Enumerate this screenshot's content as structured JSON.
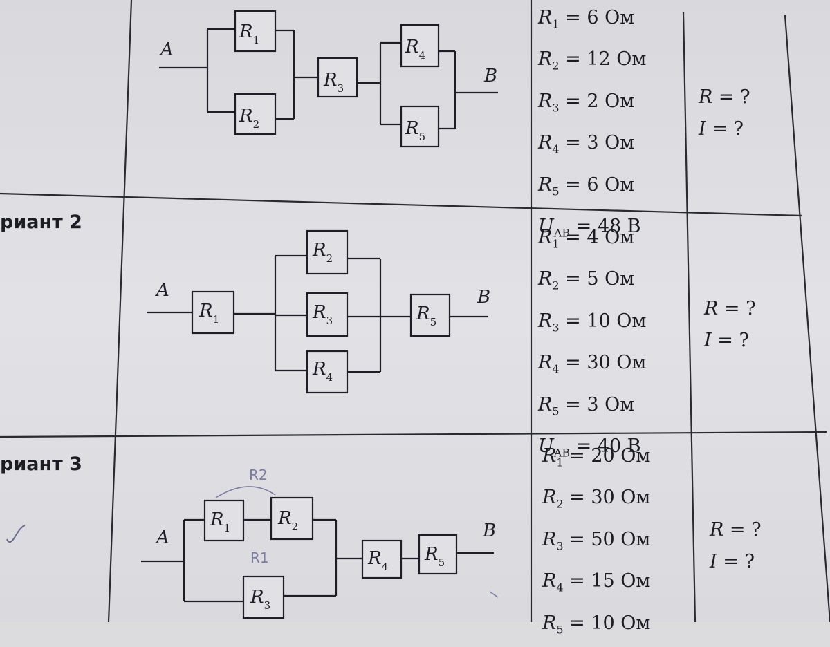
{
  "variants": [
    {
      "label": "",
      "nodes": {
        "a": "A",
        "b": "B"
      },
      "resistors": [
        {
          "sym": "R",
          "sub": "1"
        },
        {
          "sym": "R",
          "sub": "2"
        },
        {
          "sym": "R",
          "sub": "3"
        },
        {
          "sym": "R",
          "sub": "4"
        },
        {
          "sym": "R",
          "sub": "5"
        }
      ],
      "given": [
        {
          "sym": "R",
          "sub": "1",
          "value": " = 6 Ом"
        },
        {
          "sym": "R",
          "sub": "2",
          "value": " = 12 Ом"
        },
        {
          "sym": "R",
          "sub": "3",
          "value": " = 2 Ом"
        },
        {
          "sym": "R",
          "sub": "4",
          "value": " = 3 Ом"
        },
        {
          "sym": "R",
          "sub": "5",
          "value": " = 6 Ом"
        },
        {
          "sym": "U",
          "sub": "AB",
          "value": " = 48 В"
        }
      ],
      "find": [
        {
          "sym": "R",
          "value": " = ?"
        },
        {
          "sym": "I",
          "value": " = ?"
        }
      ]
    },
    {
      "label": "риант 2",
      "nodes": {
        "a": "A",
        "b": "B"
      },
      "resistors": [
        {
          "sym": "R",
          "sub": "1"
        },
        {
          "sym": "R",
          "sub": "2"
        },
        {
          "sym": "R",
          "sub": "3"
        },
        {
          "sym": "R",
          "sub": "4"
        },
        {
          "sym": "R",
          "sub": "5"
        }
      ],
      "given": [
        {
          "sym": "R",
          "sub": "1",
          "value": " = 4 Ом"
        },
        {
          "sym": "R",
          "sub": "2",
          "value": " = 5 Ом"
        },
        {
          "sym": "R",
          "sub": "3",
          "value": " = 10 Ом"
        },
        {
          "sym": "R",
          "sub": "4",
          "value": " = 30 Ом"
        },
        {
          "sym": "R",
          "sub": "5",
          "value": " = 3 Ом"
        },
        {
          "sym": "U",
          "sub": "AB",
          "value": " = 40 В"
        }
      ],
      "find": [
        {
          "sym": "R",
          "value": " = ?"
        },
        {
          "sym": "I",
          "value": " = ?"
        }
      ]
    },
    {
      "label": "риант 3",
      "nodes": {
        "a": "A",
        "b": "B"
      },
      "resistors": [
        {
          "sym": "R",
          "sub": "1"
        },
        {
          "sym": "R",
          "sub": "2"
        },
        {
          "sym": "R",
          "sub": "3"
        },
        {
          "sym": "R",
          "sub": "4"
        },
        {
          "sym": "R",
          "sub": "5"
        }
      ],
      "handwritten": [
        "R2",
        "R1"
      ],
      "given": [
        {
          "sym": "R",
          "sub": "1",
          "value": " = 20 Ом"
        },
        {
          "sym": "R",
          "sub": "2",
          "value": " = 30 Ом"
        },
        {
          "sym": "R",
          "sub": "3",
          "value": " = 50 Ом"
        },
        {
          "sym": "R",
          "sub": "4",
          "value": " = 15 Ом"
        },
        {
          "sym": "R",
          "sub": "5",
          "value": " = 10 Ом"
        }
      ],
      "find": [
        {
          "sym": "R",
          "value": " = ?"
        },
        {
          "sym": "I",
          "value": " = ?"
        }
      ]
    }
  ]
}
